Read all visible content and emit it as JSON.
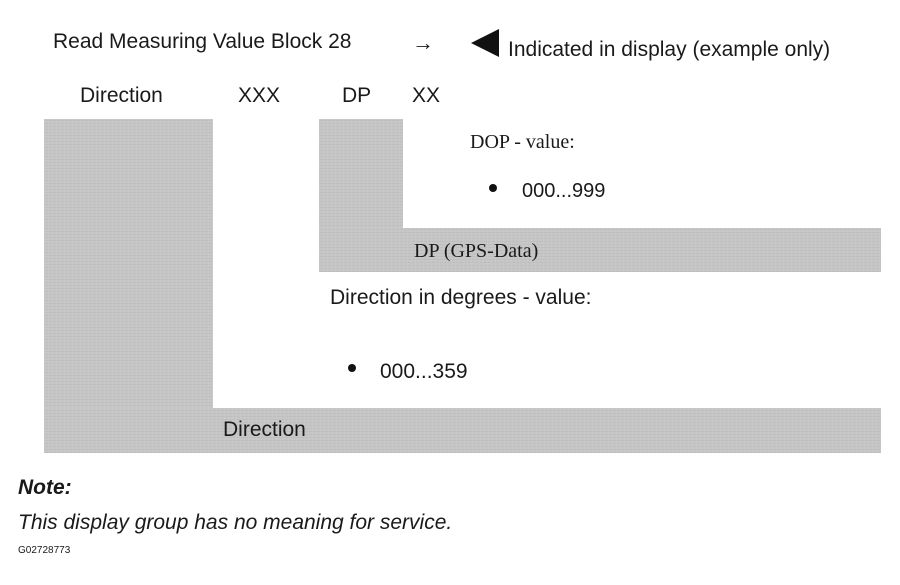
{
  "header": {
    "title": "Read Measuring Value Block 28",
    "arrow_glyph": "→",
    "indicator_icon": "left-pointing-triangle",
    "indicator_text": "Indicated in display (example only)"
  },
  "columns": {
    "direction": "Direction",
    "xxx": "XXX",
    "dp": "DP",
    "xx": "XX"
  },
  "dop": {
    "label": "DOP - value:",
    "range": "000...999"
  },
  "dp_bar_label": "DP (GPS-Data)",
  "direction_info": {
    "label": "Direction in degrees - value:",
    "range": "000...359"
  },
  "direction_bar_label": "Direction",
  "note": {
    "heading": "Note:",
    "text": "This display group has no meaning for service."
  },
  "figure_id": "G02728773",
  "colors": {
    "panel_gray": "#c6c6c6",
    "text": "#1a1a1a"
  }
}
